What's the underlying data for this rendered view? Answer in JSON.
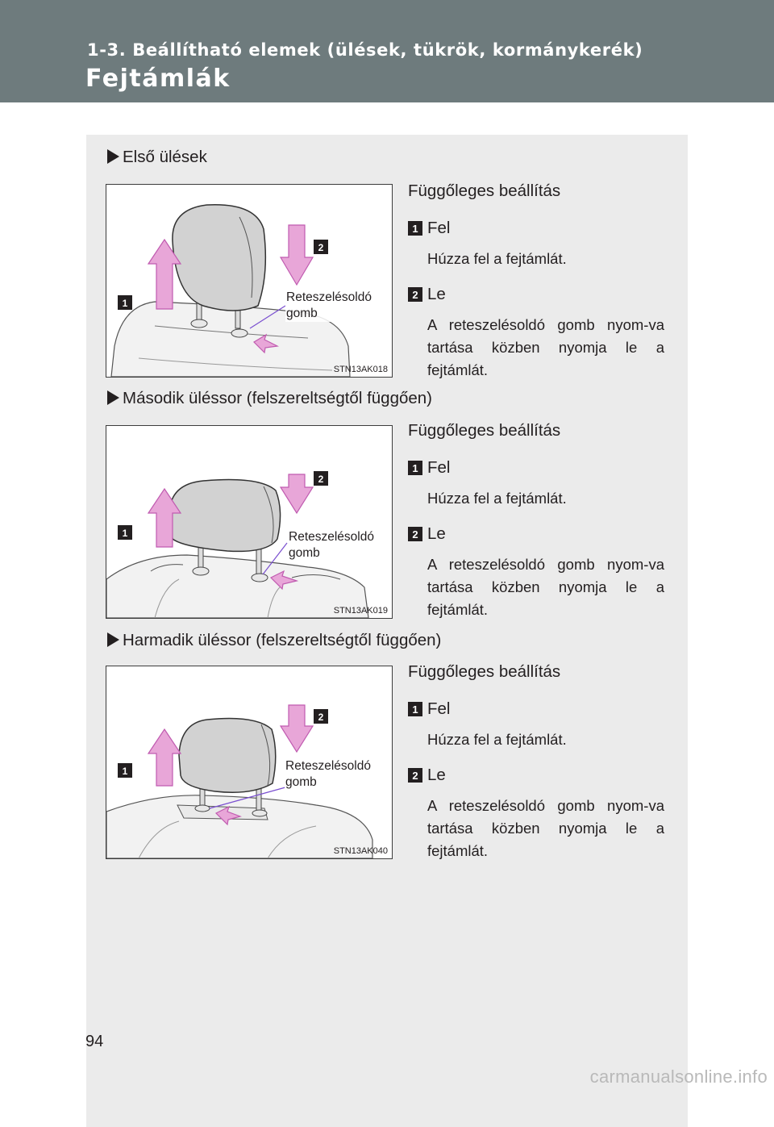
{
  "header": {
    "section": "1-3. Beállítható elemek (ülések, tükrök, kormánykerék)",
    "title": "Fejtámlák"
  },
  "colors": {
    "header_bg": "#6e7b7d",
    "panel_bg": "#ebebeb",
    "arrow_fill": "#e8a6d8",
    "arrow_stroke": "#c05bb0"
  },
  "sections": [
    {
      "heading": "Első ülések",
      "figure": {
        "code": "STN13AK018",
        "callout": "Reteszelésoldó gomb",
        "num1": "1",
        "num2": "2"
      },
      "adjust_title": "Függőleges beállítás",
      "steps": [
        {
          "num": "1",
          "label": "Fel",
          "desc": "Húzza fel a fejtámlát."
        },
        {
          "num": "2",
          "label": "Le",
          "desc": "A reteszelésoldó gomb nyom-va tartása közben nyomja le a fejtámlát."
        }
      ]
    },
    {
      "heading": "Második üléssor (felszereltségtől függően)",
      "figure": {
        "code": "STN13AK019",
        "callout": "Reteszelésoldó gomb",
        "num1": "1",
        "num2": "2"
      },
      "adjust_title": "Függőleges beállítás",
      "steps": [
        {
          "num": "1",
          "label": "Fel",
          "desc": "Húzza fel a fejtámlát."
        },
        {
          "num": "2",
          "label": "Le",
          "desc": "A reteszelésoldó gomb nyom-va tartása közben nyomja le a fejtámlát."
        }
      ]
    },
    {
      "heading": "Harmadik üléssor (felszereltségtől függően)",
      "figure": {
        "code": "STN13AK040",
        "callout": "Reteszelésoldó gomb",
        "num1": "1",
        "num2": "2"
      },
      "adjust_title": "Függőleges beállítás",
      "steps": [
        {
          "num": "1",
          "label": "Fel",
          "desc": "Húzza fel a fejtámlát."
        },
        {
          "num": "2",
          "label": "Le",
          "desc": "A reteszelésoldó gomb nyom-va tartása közben nyomja le a fejtámlát."
        }
      ]
    }
  ],
  "footer": {
    "page_number": "94",
    "watermark": "carmanualsonline.info"
  }
}
